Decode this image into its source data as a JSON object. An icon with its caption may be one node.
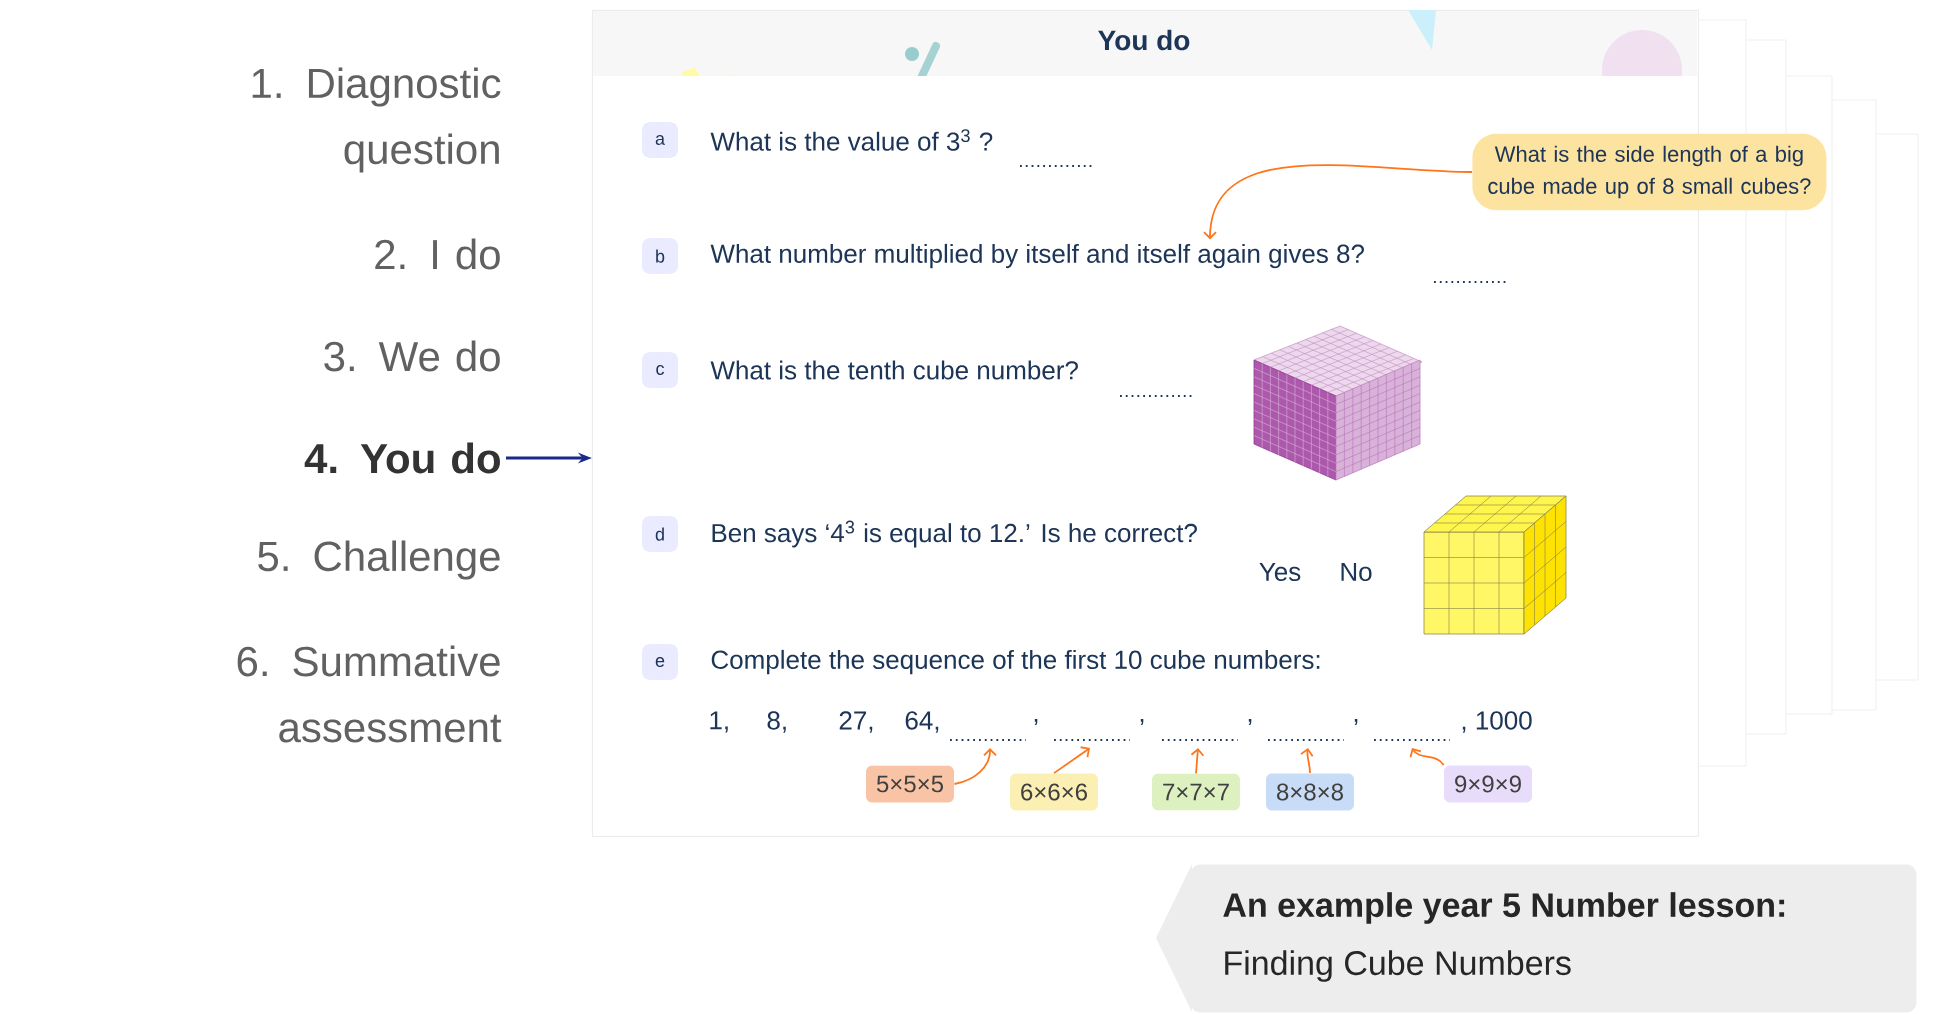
{
  "diagram": {
    "nodes": [
      {
        "text": [
          "1. Diagnostic question"
        ]
      },
      {
        "text": [
          "2. I do"
        ]
      },
      {
        "text": [
          "3. We do"
        ]
      },
      {
        "text": [
          "4. You do"
        ]
      },
      {
        "text": [
          "5. Challenge"
        ]
      },
      {
        "text": [
          "6. Summative assessment"
        ]
      },
      {
        "text": [
          "You do"
        ]
      },
      {
        "text": [
          "a"
        ],
        "in": 6
      },
      {
        "text": [
          "What is the value of 3$^{3}$ ?"
        ],
        "in": 6
      },
      {
        "text": [
          "What is the side length of a big cube made up of 8 small cubes?"
        ],
        "in": 6
      },
      {
        "text": [
          "b"
        ],
        "in": 6
      },
      {
        "text": [
          "What number multiplied by itself and itself again gives 8?"
        ],
        "in": 6
      },
      {
        "text": [
          "c"
        ],
        "in": 6
      },
      {
        "text": [
          "What is the tenth cube number?"
        ],
        "in": 6
      },
      {
        "text": [
          "d"
        ],
        "in": 6
      },
      {
        "text": [
          "Ben says ‘4$^{3}$  is equal to 12.’ Is he correct?"
        ],
        "in": 6
      },
      {
        "text": [
          "e"
        ],
        "in": 6
      },
      {
        "text": [
          "Complete the sequence of the first 10 cube numbers:"
        ],
        "in": 6
      },
      {
        "text": [
          "5×5×5"
        ],
        "in": 6
      },
      {
        "text": [
          "6×6×6"
        ],
        "in": 6
      },
      {
        "text": [
          "7×7×7"
        ],
        "in": 6
      },
      {
        "text": [
          "8×8×8"
        ],
        "in": 6
      },
      {
        "text": [
          "9×9×9"
        ],
        "in": 6
      },
      {
        "text": [
          "An example year 5 Number lesson:",
          "Finding Cube Numbers"
        ]
      }
    ],
    "edges": [
      {
        "from": 3,
        "to": 6,
        "arrow": "to",
        "color": "#1b2a8a"
      },
      {
        "from": 9,
        "to": 11,
        "arrow": "to"
      },
      {
        "from": 18,
        "to": null,
        "arrow": "to"
      },
      {
        "from": 19,
        "to": null,
        "arrow": "to"
      },
      {
        "from": 20,
        "to": null,
        "arrow": "to"
      },
      {
        "from": 21,
        "to": null,
        "arrow": "to"
      },
      {
        "from": 22,
        "to": null,
        "arrow": "to"
      }
    ],
    "labels": [
      "Yes",
      "No",
      "1,",
      "8,",
      "27,",
      "64,",
      ",",
      ",",
      ",",
      ",",
      ", 1000"
    ]
  }
}
